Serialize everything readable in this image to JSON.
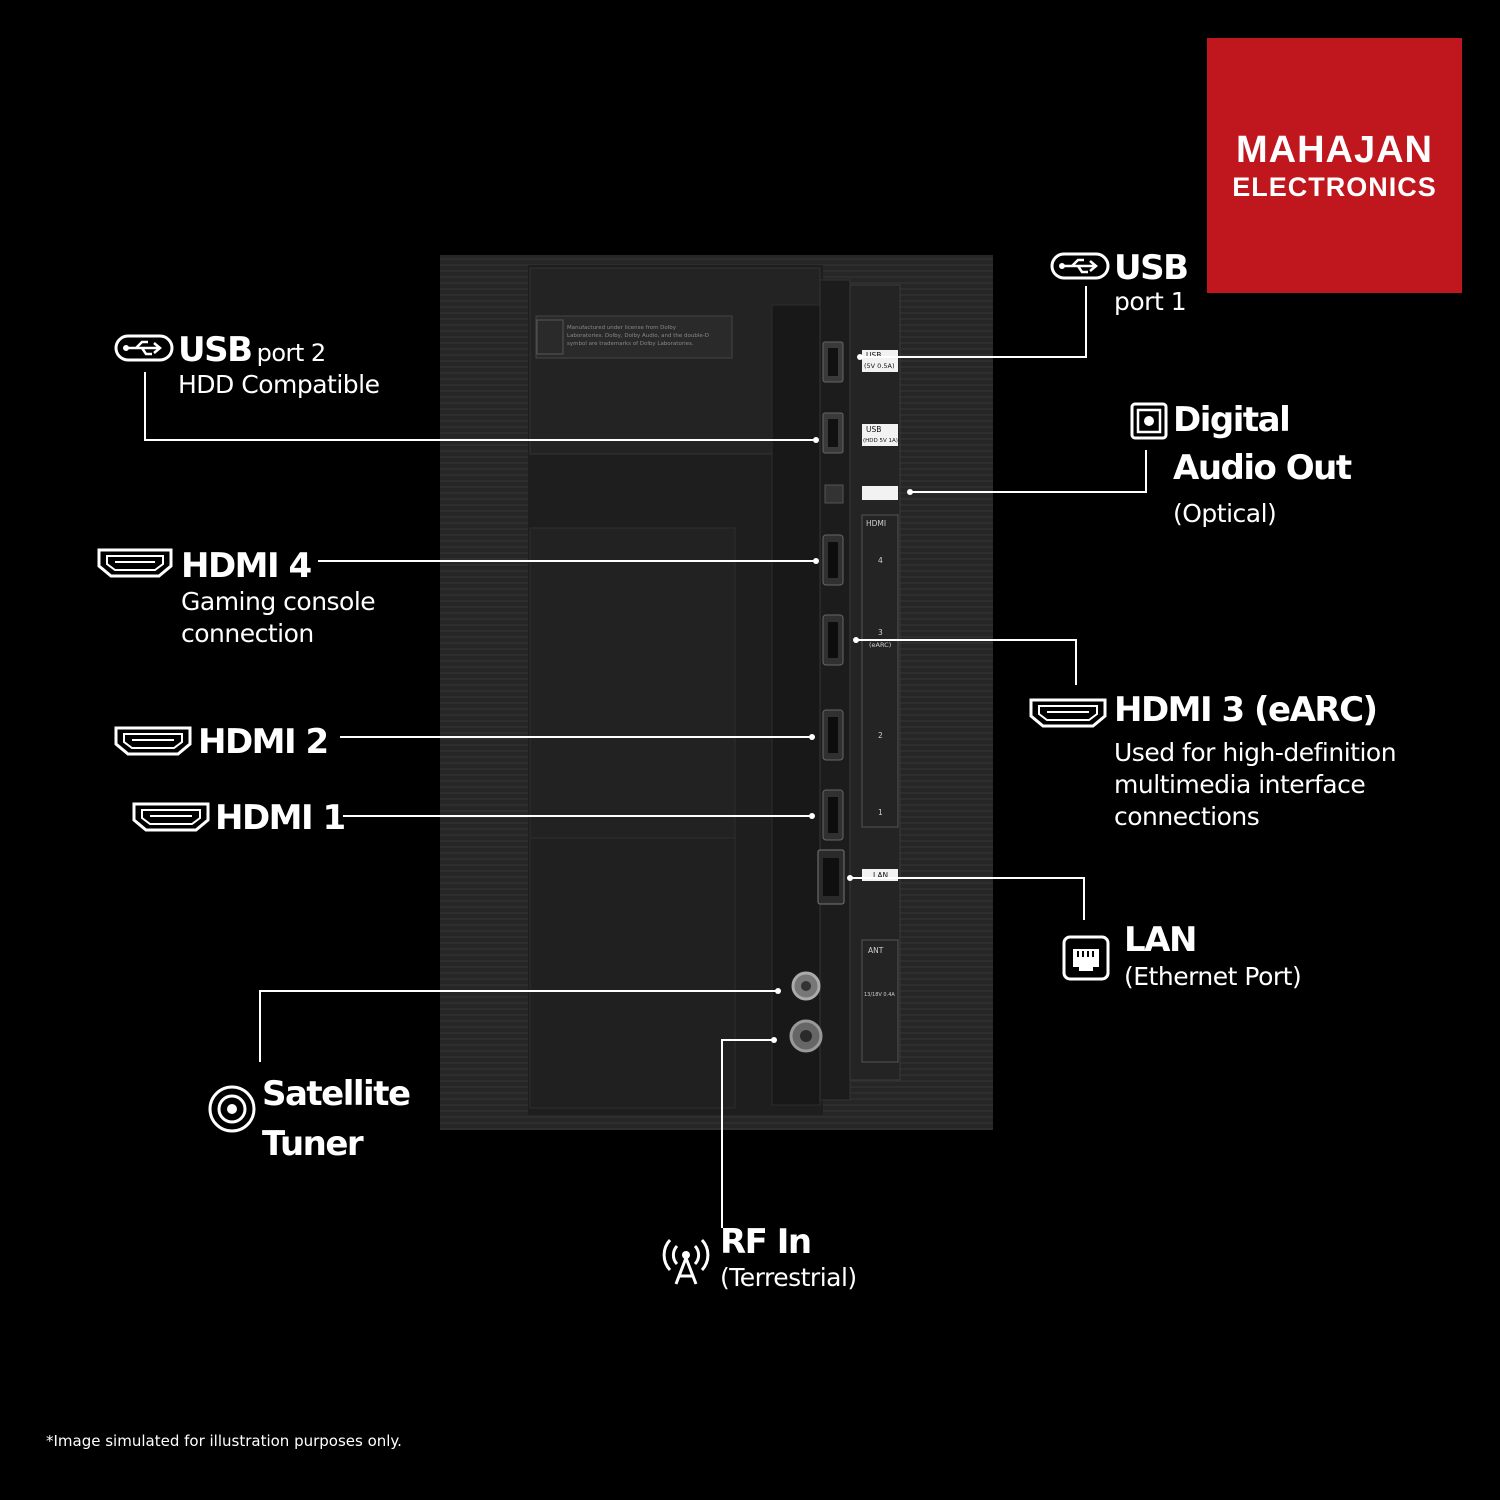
{
  "brand": {
    "line1": "MAHAJAN",
    "line2": "ELECTRONICS",
    "color": "#c0161e"
  },
  "callouts": {
    "usb1": {
      "title": "USB",
      "sub": "port 1",
      "icon": "usb-icon"
    },
    "usb2": {
      "title": "USB",
      "title_suffix": "port 2",
      "sub": "HDD Compatible",
      "icon": "usb-icon"
    },
    "digital_audio": {
      "title_line1": "Digital",
      "title_line2": "Audio Out",
      "sub": "(Optical)",
      "icon": "optical-audio-icon"
    },
    "hdmi4": {
      "title": "HDMI 4",
      "sub_line1": "Gaming console",
      "sub_line2": "connection",
      "icon": "hdmi-icon"
    },
    "hdmi3": {
      "title": "HDMI 3 (eARC)",
      "sub_line1": "Used for high-definition",
      "sub_line2": "multimedia interface",
      "sub_line3": "connections",
      "icon": "hdmi-icon"
    },
    "hdmi2": {
      "title": "HDMI 2",
      "icon": "hdmi-icon"
    },
    "hdmi1": {
      "title": "HDMI 1",
      "icon": "hdmi-icon"
    },
    "lan": {
      "title": "LAN",
      "sub": "(Ethernet Port)",
      "icon": "ethernet-icon"
    },
    "satellite": {
      "title_line1": "Satellite",
      "title_line2": "Tuner",
      "icon": "satellite-icon"
    },
    "rf": {
      "title": "RF In",
      "sub": "(Terrestrial)",
      "icon": "antenna-icon"
    }
  },
  "panel_labels": {
    "usb_a1": "USB",
    "usb_a2": "(5V 0.5A)",
    "usb_b1": "USB",
    "usb_b2": "(HDD 5V 1A)",
    "hdmi_header": "HDMI",
    "hdmi4": "4",
    "hdmi3": "3",
    "hdmi3_sub": "(eARC)",
    "hdmi2": "2",
    "hdmi1": "1",
    "lan": "LAN",
    "ant": "ANT",
    "ant_sub": "13/18V 0.4A",
    "sticker": "Manufactured under license from Dolby Laboratories. Dolby, Dolby Audio, and the double-D symbol are trademarks of Dolby Laboratories."
  },
  "disclaimer": "*Image simulated for illustration purposes only."
}
